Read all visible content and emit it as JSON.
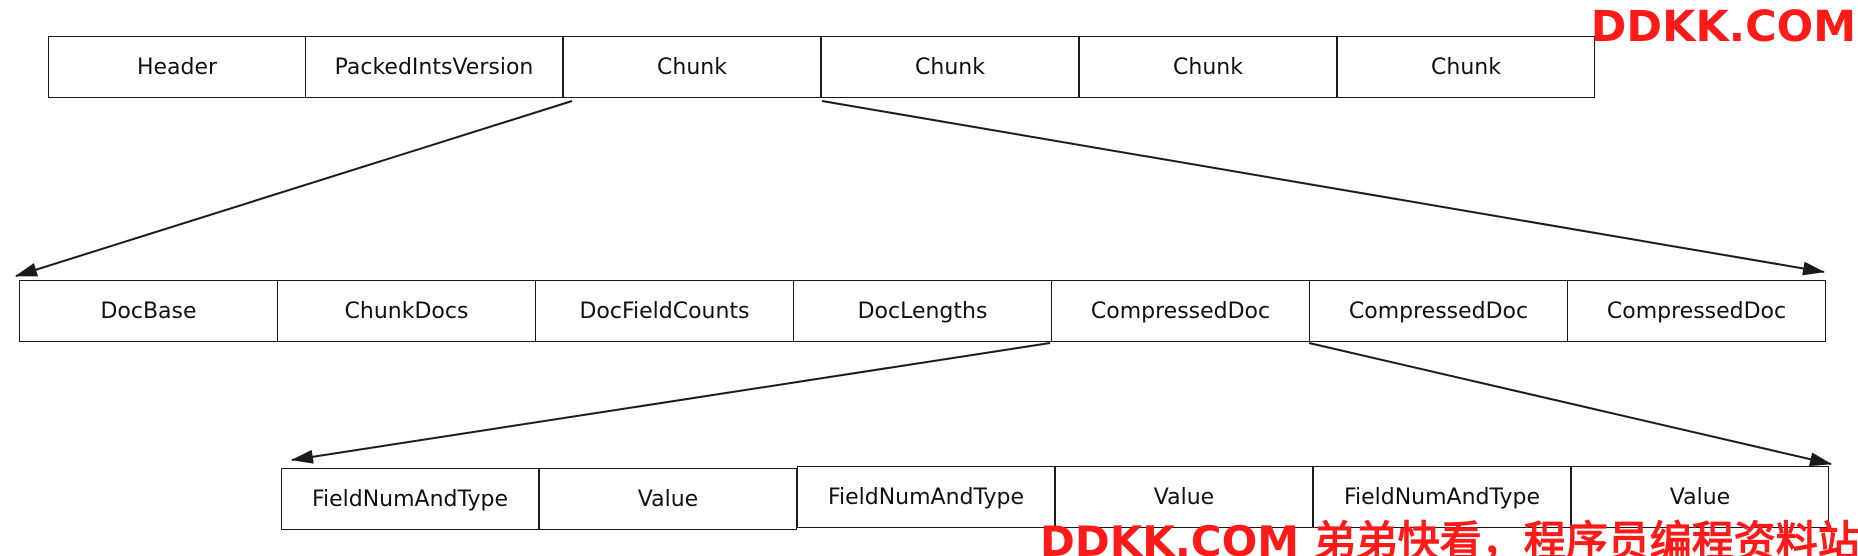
{
  "rows": {
    "top": [
      "Header",
      "PackedIntsVersion",
      "Chunk",
      "Chunk",
      "Chunk",
      "Chunk"
    ],
    "middle": [
      "DocBase",
      "ChunkDocs",
      "DocFieldCounts",
      "DocLengths",
      "CompressedDoc",
      "CompressedDoc",
      "CompressedDoc"
    ],
    "bottom": [
      "FieldNumAndType",
      "Value",
      "FieldNumAndType",
      "Value",
      "FieldNumAndType",
      "Value"
    ]
  },
  "watermark": {
    "top": "DDKK.COM",
    "bottom": "DDKK.COM 弟弟快看，程序员编程资料站",
    "color": "#ff1a1a"
  },
  "colors": {
    "stroke": "#1a1a1a",
    "text": "#111111"
  }
}
